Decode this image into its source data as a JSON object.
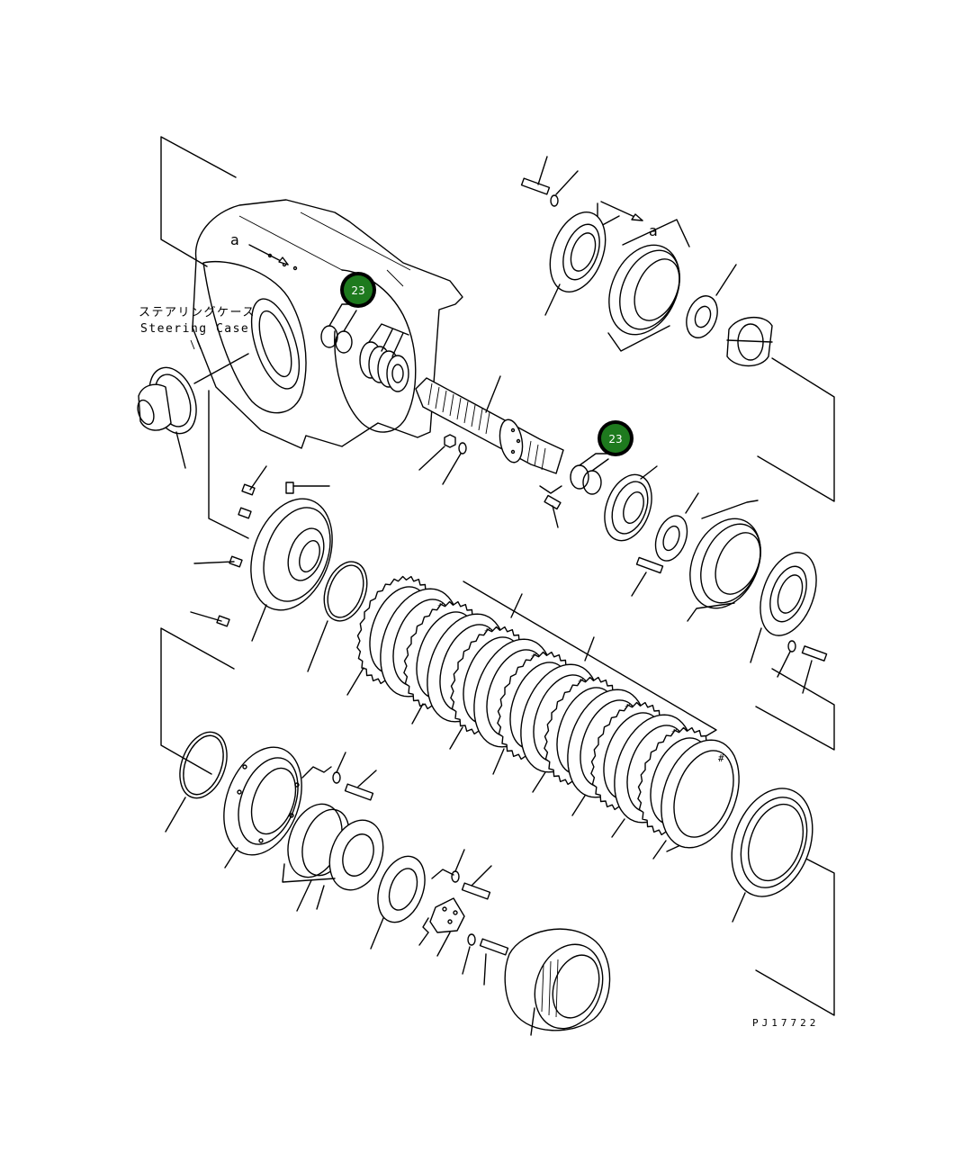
{
  "labels": {
    "steering_case_jp": "ステアリングケース",
    "steering_case_en": "Steering Case",
    "drawing_code": "PJ17722",
    "ref_marker_a_1": "a",
    "ref_marker_a_2": "a",
    "grid_mark": "#"
  },
  "callouts": [
    {
      "number": "23"
    },
    {
      "number": "23"
    }
  ],
  "colors": {
    "callout_fill": "#1e7a1e",
    "callout_ring": "#000000",
    "line": "#000000",
    "background": "#ffffff"
  }
}
